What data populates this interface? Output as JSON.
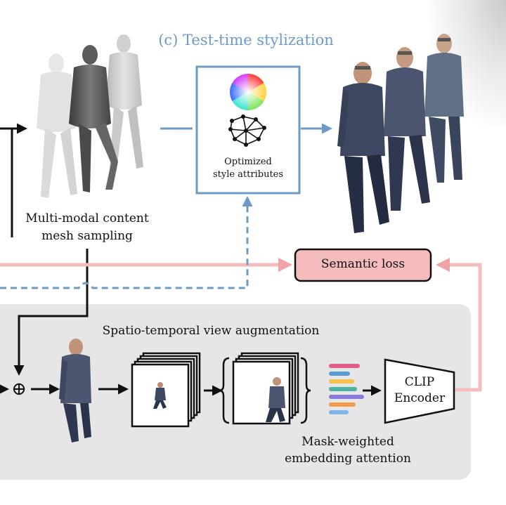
{
  "section_c": {
    "title": "(c) Test-time stylization",
    "color": "#6d9ac7"
  },
  "style_box": {
    "caption_line1": "Optimized",
    "caption_line2": "style attributes",
    "icons": [
      "color-wheel-icon",
      "graph-network-icon"
    ]
  },
  "mesh_sampling": {
    "label_line1": "Multi-modal content",
    "label_line2": "mesh sampling"
  },
  "semantic_loss": {
    "label": "Semantic loss",
    "fill": "#f5bcbd",
    "arrow_color": "#f0a3a6"
  },
  "augmentation_panel": {
    "title": "Spatio-temporal view augmentation",
    "background": "#e6e6e6",
    "add_symbol": "⊕"
  },
  "clip_encoder": {
    "label_line1": "CLIP",
    "label_line2": "Encoder"
  },
  "attention": {
    "label_line1": "Mask-weighted",
    "label_line2": "embedding attention",
    "embedding_colors": [
      "#e25d8a",
      "#5b9bd5",
      "#f2c14e",
      "#4bb3a4",
      "#8a7ad9",
      "#f29b4c",
      "#7fb6e8"
    ]
  }
}
